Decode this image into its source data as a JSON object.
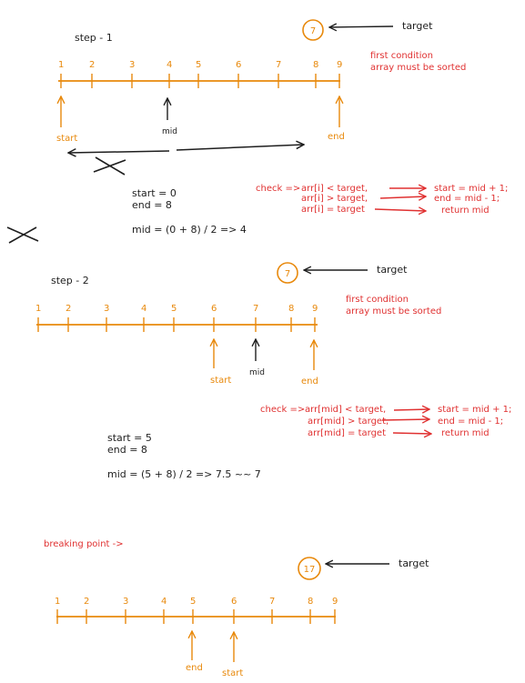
{
  "colors": {
    "ink": "#1e1e1e",
    "orange": "#e8890c",
    "red": "#e03131"
  },
  "step1": {
    "title": "step - 1",
    "target_value": "7",
    "target_label": "target",
    "condition_line1": "first condition",
    "condition_line2": "array must be sorted",
    "ticks": [
      "1",
      "2",
      "3",
      "4",
      "5",
      "6",
      "7",
      "8",
      "9"
    ],
    "start_label": "start",
    "mid_label": "mid",
    "end_label": "end",
    "calc": [
      "start = 0",
      "end = 8",
      "mid = (0 + 8) / 2 => 4"
    ],
    "check_prefix": "check =>",
    "checks": [
      {
        "cond": "arr[i] < target,",
        "result": "start = mid + 1;"
      },
      {
        "cond": "arr[i] > target,",
        "result": "end = mid - 1;"
      },
      {
        "cond": "arr[i] = target",
        "result": "return mid"
      }
    ]
  },
  "step2": {
    "title": "step - 2",
    "target_value": "7",
    "target_label": "target",
    "condition_line1": "first condition",
    "condition_line2": "array must be sorted",
    "ticks": [
      "1",
      "2",
      "3",
      "4",
      "5",
      "6",
      "7",
      "8",
      "9"
    ],
    "start_label": "start",
    "mid_label": "mid",
    "end_label": "end",
    "calc": [
      "start = 5",
      "end = 8",
      "mid = (5 + 8) / 2 => 7.5 ~~ 7"
    ],
    "check_prefix": "check =>",
    "checks": [
      {
        "cond": "arr[mid] < target,",
        "result": "start = mid + 1;"
      },
      {
        "cond": "arr[mid] > target,",
        "result": "end = mid - 1;"
      },
      {
        "cond": "arr[mid] = target",
        "result": "return mid"
      }
    ]
  },
  "step3": {
    "breaking_label": "breaking point ->",
    "target_value": "17",
    "target_label": "target",
    "ticks": [
      "1",
      "2",
      "3",
      "4",
      "5",
      "6",
      "7",
      "8",
      "9"
    ],
    "end_label": "end",
    "start_label": "start"
  }
}
